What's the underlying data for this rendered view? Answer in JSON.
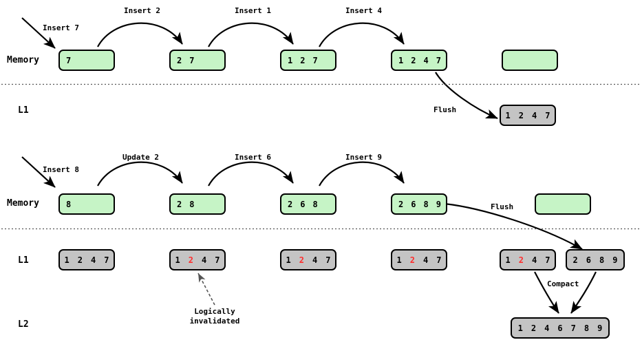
{
  "diagram": {
    "title_text": "",
    "colors": {
      "memory_fill": "#c6f4c6",
      "level_fill": "#c4c4c4",
      "stroke": "#000000",
      "invalidated": "#ff2d2d",
      "background": "#ffffff"
    },
    "tiers": [
      {
        "id": "memory-top",
        "label": "Memory"
      },
      {
        "id": "l1-top",
        "label": "L1"
      },
      {
        "id": "memory-bottom",
        "label": "Memory"
      },
      {
        "id": "l1-bottom",
        "label": "L1"
      },
      {
        "id": "l2-bottom",
        "label": "L2"
      }
    ],
    "stage1": {
      "operations": [
        {
          "name": "insert-7",
          "label": "Insert 7"
        },
        {
          "name": "insert-2",
          "label": "Insert 2"
        },
        {
          "name": "insert-1",
          "label": "Insert 1"
        },
        {
          "name": "insert-4",
          "label": "Insert 4"
        }
      ],
      "flush_label": "Flush",
      "memory_boxes": [
        {
          "name": "memtable-s1-1",
          "cells": [
            {
              "v": "7",
              "invalid": false
            }
          ]
        },
        {
          "name": "memtable-s1-2",
          "cells": [
            {
              "v": "2",
              "invalid": false
            },
            {
              "v": "7",
              "invalid": false
            }
          ]
        },
        {
          "name": "memtable-s1-3",
          "cells": [
            {
              "v": "1",
              "invalid": false
            },
            {
              "v": "2",
              "invalid": false
            },
            {
              "v": "7",
              "invalid": false
            }
          ]
        },
        {
          "name": "memtable-s1-4",
          "cells": [
            {
              "v": "1",
              "invalid": false
            },
            {
              "v": "2",
              "invalid": false
            },
            {
              "v": "4",
              "invalid": false
            },
            {
              "v": "7",
              "invalid": false
            }
          ]
        },
        {
          "name": "memtable-s1-5-empty",
          "cells": []
        }
      ],
      "l1_boxes": [
        {
          "name": "sstable-l1-s1",
          "cells": [
            {
              "v": "1",
              "invalid": false
            },
            {
              "v": "2",
              "invalid": false
            },
            {
              "v": "4",
              "invalid": false
            },
            {
              "v": "7",
              "invalid": false
            }
          ]
        }
      ]
    },
    "stage2": {
      "operations": [
        {
          "name": "insert-8",
          "label": "Insert 8"
        },
        {
          "name": "update-2",
          "label": "Update 2"
        },
        {
          "name": "insert-6",
          "label": "Insert 6"
        },
        {
          "name": "insert-9",
          "label": "Insert 9"
        }
      ],
      "flush_label": "Flush",
      "compact_label": "Compact",
      "annotation": {
        "name": "logically-invalidated-note",
        "line1": "Logically",
        "line2": "invalidated"
      },
      "memory_boxes": [
        {
          "name": "memtable-s2-1",
          "cells": [
            {
              "v": "8",
              "invalid": false
            }
          ]
        },
        {
          "name": "memtable-s2-2",
          "cells": [
            {
              "v": "2",
              "invalid": false
            },
            {
              "v": "8",
              "invalid": false
            }
          ]
        },
        {
          "name": "memtable-s2-3",
          "cells": [
            {
              "v": "2",
              "invalid": false
            },
            {
              "v": "6",
              "invalid": false
            },
            {
              "v": "8",
              "invalid": false
            }
          ]
        },
        {
          "name": "memtable-s2-4",
          "cells": [
            {
              "v": "2",
              "invalid": false
            },
            {
              "v": "6",
              "invalid": false
            },
            {
              "v": "8",
              "invalid": false
            },
            {
              "v": "9",
              "invalid": false
            }
          ]
        },
        {
          "name": "memtable-s2-5-empty",
          "cells": []
        }
      ],
      "l1_boxes": [
        {
          "name": "sstable-l1-s2-1",
          "cells": [
            {
              "v": "1",
              "invalid": false
            },
            {
              "v": "2",
              "invalid": false
            },
            {
              "v": "4",
              "invalid": false
            },
            {
              "v": "7",
              "invalid": false
            }
          ]
        },
        {
          "name": "sstable-l1-s2-2",
          "cells": [
            {
              "v": "1",
              "invalid": false
            },
            {
              "v": "2",
              "invalid": true
            },
            {
              "v": "4",
              "invalid": false
            },
            {
              "v": "7",
              "invalid": false
            }
          ]
        },
        {
          "name": "sstable-l1-s2-3",
          "cells": [
            {
              "v": "1",
              "invalid": false
            },
            {
              "v": "2",
              "invalid": true
            },
            {
              "v": "4",
              "invalid": false
            },
            {
              "v": "7",
              "invalid": false
            }
          ]
        },
        {
          "name": "sstable-l1-s2-4",
          "cells": [
            {
              "v": "1",
              "invalid": false
            },
            {
              "v": "2",
              "invalid": true
            },
            {
              "v": "4",
              "invalid": false
            },
            {
              "v": "7",
              "invalid": false
            }
          ]
        },
        {
          "name": "sstable-l1-s2-5",
          "cells": [
            {
              "v": "1",
              "invalid": false
            },
            {
              "v": "2",
              "invalid": true
            },
            {
              "v": "4",
              "invalid": false
            },
            {
              "v": "7",
              "invalid": false
            }
          ]
        },
        {
          "name": "sstable-l1-s2-6-flushed",
          "cells": [
            {
              "v": "2",
              "invalid": false
            },
            {
              "v": "6",
              "invalid": false
            },
            {
              "v": "8",
              "invalid": false
            },
            {
              "v": "9",
              "invalid": false
            }
          ]
        }
      ],
      "l2_boxes": [
        {
          "name": "sstable-l2-compacted",
          "cells": [
            {
              "v": "1",
              "invalid": false
            },
            {
              "v": "2",
              "invalid": false
            },
            {
              "v": "4",
              "invalid": false
            },
            {
              "v": "6",
              "invalid": false
            },
            {
              "v": "7",
              "invalid": false
            },
            {
              "v": "8",
              "invalid": false
            },
            {
              "v": "9",
              "invalid": false
            }
          ]
        }
      ]
    }
  }
}
